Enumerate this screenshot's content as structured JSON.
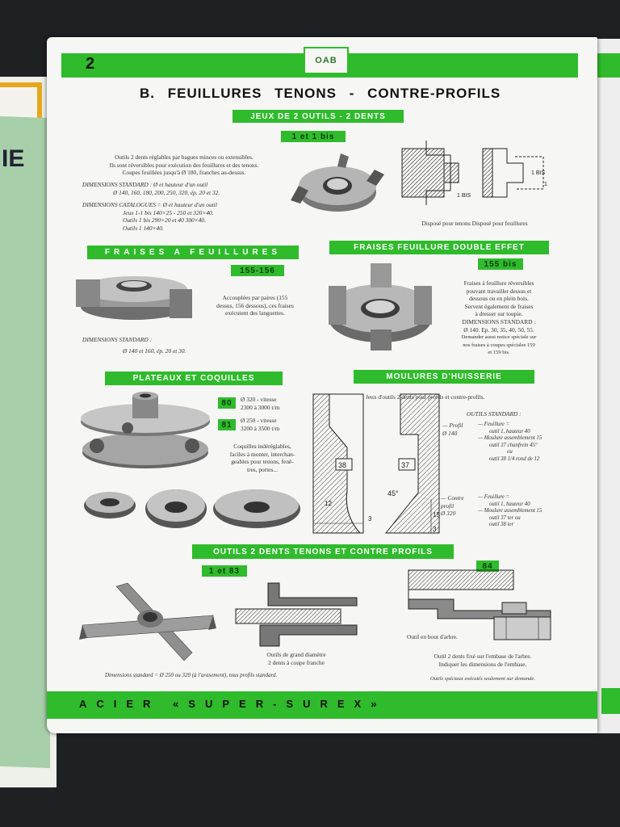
{
  "page_number": "2",
  "logo_text": "OAB",
  "title": "B. FEUILLURES TENONS - CONTRE-PROFILS",
  "sec1": {
    "header": "JEUX DE 2 OUTILS - 2 DENTS",
    "sub": "1 et 1 bis",
    "desc": [
      "Outils 2 dents réglables par bagues minces ou extensibles.",
      "Ils sont réversibles pour exécution des feuillures et des tenons.",
      "Coupes feuillées jusqu'à Ø 180, franches au-dessus."
    ],
    "std": [
      "DIMENSIONS STANDARD : Ø et hauteur d'un outil",
      "Ø 140, 160, 180, 200, 250, 320, ép. 20 et 32."
    ],
    "cat": [
      "DIMENSIONS CATALOGUES = Ø et hauteur d'un outil",
      "Jeux 1-1 bis   140×25 - 250 et 320×40.",
      "Outils 1 bis   290×20 et  40   300×40.",
      "Outils 1        140×40."
    ],
    "label_1bis": "1 BIS",
    "label_1": "1",
    "caption": "Disposé pour tenons   Disposé pour feuillures"
  },
  "sec2": {
    "header": "FRAISES A FEUILLURES",
    "sub": "155-156",
    "desc": [
      "Accouplées par paires (155",
      "dessus, 156 dessous), ces fraises",
      "exécutent des languettes."
    ],
    "std": [
      "DIMENSIONS STANDARD :",
      "Ø 140 et 160, ép. 20 et 30."
    ]
  },
  "sec3": {
    "header": "FRAISES FEUILLURE DOUBLE EFFET",
    "sub": "155 bis",
    "desc": [
      "Fraises à feuillure réversibles",
      "pouvant travailler dessus et",
      "dessous ou en plein bois.",
      "Servent également de fraises",
      "à dresser sur toupie.",
      "DIMENSIONS STANDARD :",
      "Ø 140. Ep. 30, 35, 40, 50, 55.",
      "Demander aussi notice spéciale sur",
      "nos fraises à coupes spéciales 159",
      "et 159 bis."
    ]
  },
  "sec4": {
    "header": "PLATEAUX ET COQUILLES",
    "n80": "80",
    "t80": [
      "Ø 320 - vitesse",
      "2300 à 3000 t/m"
    ],
    "n81": "81",
    "t81": [
      "Ø 250 - vitesse",
      "3200 à 3500 t/m"
    ],
    "desc": [
      "Coquilles indéréglables,",
      "faciles à monter, interchan-",
      "geables pour tenons, fenê-",
      "tres, portes..."
    ]
  },
  "sec5": {
    "header": "MOULURES D'HUISSERIE",
    "intro": "Jeux d'outils 2 dents pour profils et contre-profils.",
    "std_title": "OUTILS STANDARD :",
    "profil": [
      "— Profil",
      "Ø 140"
    ],
    "profil_items": [
      "— Feuillure =",
      "outil 1, hauteur 40",
      "— Moulure assemblement 15",
      "outil 37 chanfrein 45°",
      "ou",
      "outil 38 1/4 rond de 12"
    ],
    "contre": [
      "— Contre",
      "profil",
      "Ø 320"
    ],
    "contre_items": [
      "— Feuillure =",
      "outil 1, hauteur 40",
      "— Moulure assemblement 15",
      "outil 37 ter ou",
      "outil 38 ter"
    ],
    "dim_38": "38",
    "dim_37": "37",
    "dim_45": "45°",
    "dim_12": "12",
    "dim_3a": "3",
    "dim_15": "15",
    "dim_3b": "3"
  },
  "sec6": {
    "header": "OUTILS 2 DENTS TENONS ET CONTRE PROFILS",
    "sub_left": "1 et 83",
    "sub_right": "84",
    "cap_mid": [
      "Outils de grand diamètre",
      "2 dents à coupe franche"
    ],
    "cap_left": "Dimensions standard = Ø 250 ou 320 (à l'arasement), tous profils standard.",
    "cap_right1": "Outil en bout d'arbre.",
    "cap_right2": [
      "Outil 2 dents fixé sur l'embase de l'arbre.",
      "Indiquer les dimensions de l'embase."
    ],
    "cap_right3": "Outils spéciaux exécutés seulement sur demande."
  },
  "footer": "ACIER «SUPER-SUREX»",
  "background": {
    "left_sheet_text": "IE"
  },
  "colors": {
    "accent_green": "#2fbb2c",
    "paper": "#f6f6f4"
  }
}
